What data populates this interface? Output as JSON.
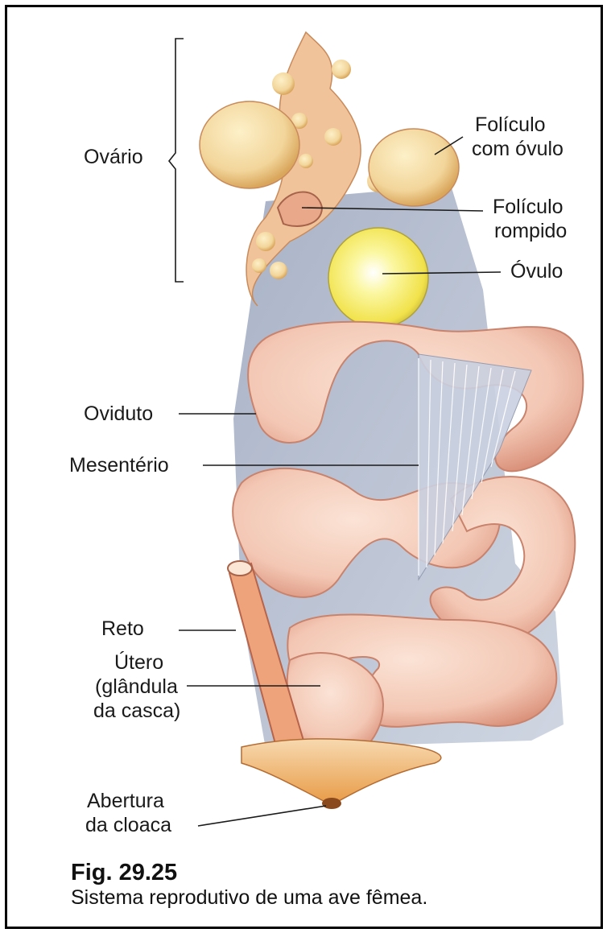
{
  "labels": {
    "ovario": "Ovário",
    "foliculo_ovulo_1": "Folículo",
    "foliculo_ovulo_2": "com óvulo",
    "foliculo_rompido_1": "Folículo",
    "foliculo_rompido_2": "rompido",
    "ovulo": "Óvulo",
    "oviduto": "Oviduto",
    "mesenterio": "Mesentério",
    "reto": "Reto",
    "utero_1": "Útero",
    "utero_2": "(glândula",
    "utero_3": "da casca)",
    "abertura_1": "Abertura",
    "abertura_2": "da cloaca"
  },
  "figure": {
    "number": "Fig. 29.25",
    "caption": "Sistema reprodutivo de uma ave fêmea."
  },
  "colors": {
    "tissue": "#f3c7b4",
    "tissue_shadow": "#d98f78",
    "follicle": "#f2d59a",
    "ovum": "#f6f06a",
    "membrane": "#aab3c8",
    "frame": "#000000"
  }
}
